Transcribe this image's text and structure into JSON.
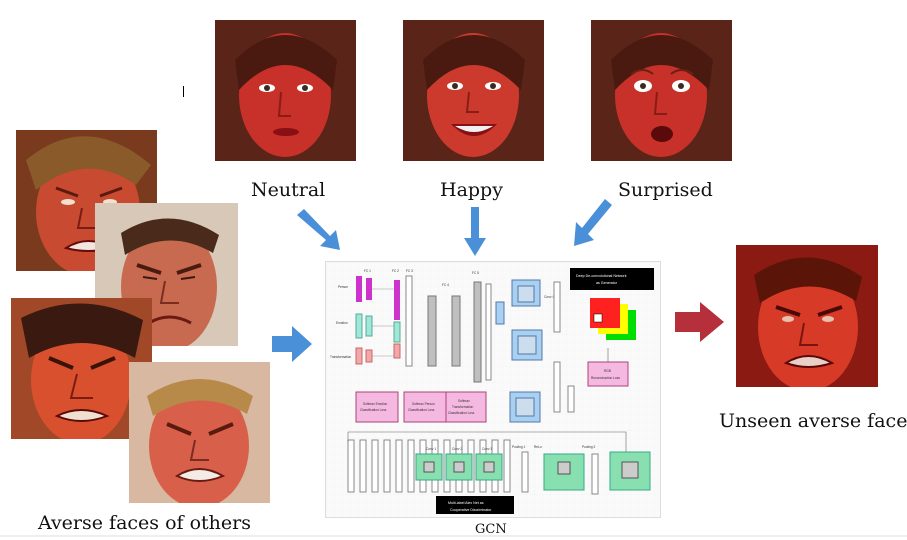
{
  "labels": {
    "neutral": "Neutral",
    "happy": "Happy",
    "surprised": "Surprised",
    "averse_others": "Averse faces of others",
    "unseen": "Unseen averse face",
    "gcn": "GCN"
  },
  "network": {
    "generator_title_1": "Deep De-convolutional Network",
    "generator_title_2": "as Generator",
    "discriminator_title_1": "Multi-label Alex Net as",
    "discriminator_title_2": "Cooperative Discriminator",
    "loss_1a": "Softmax Emotion",
    "loss_1b": "Classification Loss",
    "loss_2a": "Softmax Person",
    "loss_2b": "Classification Loss",
    "loss_3a": "Softmax",
    "loss_3b": "Transformation",
    "loss_3c": "Classification Loss",
    "rgb_loss_a": "RGB",
    "rgb_loss_b": "Reconstruction Loss",
    "input_person": "Person",
    "input_emotion": "Emotion",
    "input_transform": "Transformation",
    "fc1": "FC 1",
    "fc2": "FC 2",
    "fc3": "FC 3",
    "fc4": "FC 4",
    "fc5": "FC 5",
    "conv1": "Conv 1",
    "conv2": "Conv 2",
    "conv3": "Conv 3",
    "pool1": "Pooling 1",
    "pool2": "Pooling 2",
    "relu": "ReLu"
  },
  "colors": {
    "arrow_blue": "#4a90d9",
    "arrow_red": "#b5303a",
    "pink_box": "#f5b8e0",
    "magenta": "#cc33cc",
    "teal": "#9fe8d8",
    "salmon": "#f0a8a8",
    "light_blue": "#a8d0f0",
    "green": "#88e0b0",
    "gray_layer": "#bfbfbf",
    "face_red": "#c8302a"
  }
}
